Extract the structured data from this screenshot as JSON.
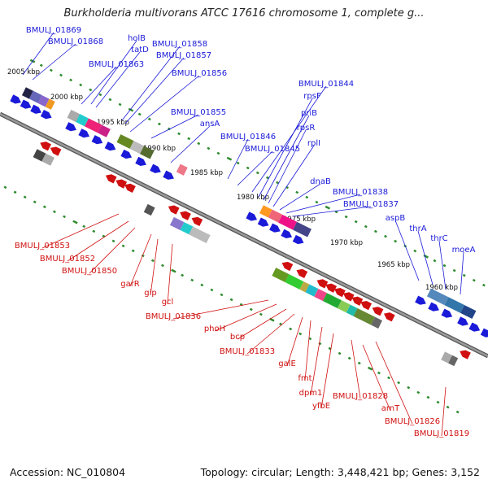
{
  "title": "Burkholderia multivorans ATCC 17616 chromosome 1, complete g...",
  "footer": {
    "accession": "Accession: NC_010804",
    "summary": "Topology: circular; Length: 3,448,421 bp; Genes: 3,152"
  },
  "colors": {
    "backbone": "#777777",
    "tick": "#2e8b2e",
    "forward": "#1a1ad8",
    "reverse": "#d01010"
  },
  "scale_labels": [
    "2005 kbp",
    "2000 kbp",
    "1995 kbp",
    "1990 kbp",
    "1985 kbp",
    "1980 kbp",
    "1975 kbp",
    "1970 kbp",
    "1965 kbp",
    "1960 kbp"
  ],
  "forward_labels": [
    "BMULJ_01869",
    "BMULJ_01868",
    "holB",
    "tatD",
    "BMULJ_01858",
    "BMULJ_01857",
    "BMULJ_01863",
    "BMULJ_01856",
    "BMULJ_01855",
    "ansA",
    "BMULJ_01846",
    "BMULJ_01845",
    "BMULJ_01844",
    "rpsF",
    "priB",
    "rpsR",
    "rplI",
    "dnaB",
    "BMULJ_01838",
    "BMULJ_01837",
    "aspB",
    "thrA",
    "thrC",
    "moeA"
  ],
  "reverse_labels": [
    "BMULJ_01853",
    "BMULJ_01852",
    "BMULJ_01850",
    "garR",
    "gip",
    "gcl",
    "BMULJ_01836",
    "phoH",
    "bcp",
    "BMULJ_01833",
    "galE",
    "fmt",
    "dpm1",
    "yfbE",
    "BMULJ_01828",
    "arnT",
    "BMULJ_01826",
    "BMULJ_01819"
  ]
}
